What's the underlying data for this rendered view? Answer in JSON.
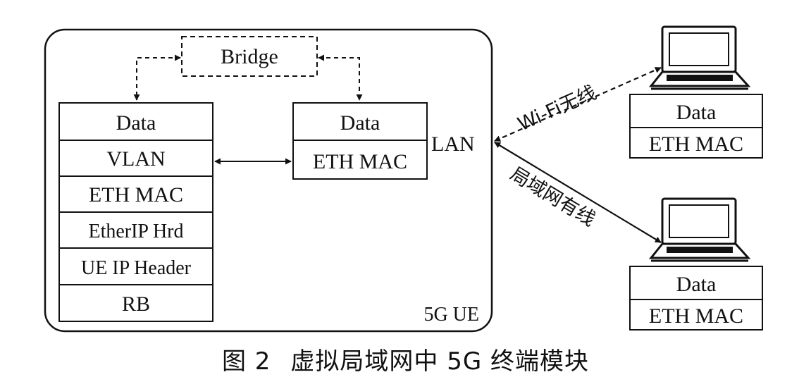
{
  "ue": {
    "label": "5G UE",
    "bridge": "Bridge",
    "left_stack": [
      "Data",
      "VLAN",
      "ETH MAC",
      "EtherIP Hrd",
      "UE IP Header",
      "RB"
    ],
    "right_stack": [
      "Data",
      "ETH MAC"
    ],
    "lan": "LAN"
  },
  "links": {
    "wifi": "Wi-Fi无线",
    "wired": "局域网有线"
  },
  "terminals": {
    "top": [
      "Data",
      "ETH MAC"
    ],
    "bottom": [
      "Data",
      "ETH MAC"
    ]
  },
  "caption": {
    "number": "图 2",
    "title": "虚拟局域网中 5G 终端模块"
  }
}
